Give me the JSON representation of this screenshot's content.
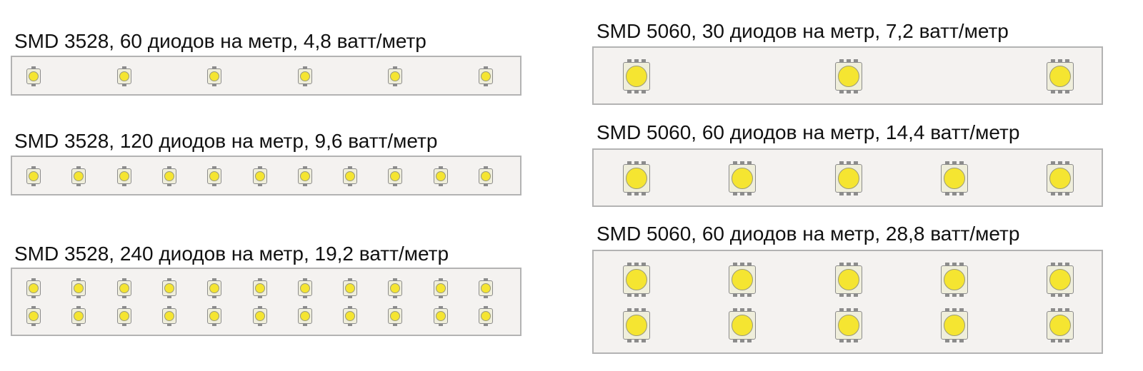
{
  "colors": {
    "strip_fill": "#f4f2f0",
    "strip_border": "#b3b3b3",
    "led_chip": "#f5e531",
    "led_body": "#efeedb"
  },
  "strips": [
    {
      "label": "SMD 3528, 60 диодов на метр, 4,8 ватт/метр",
      "led_type": "3528",
      "columns": 6,
      "rows": 1
    },
    {
      "label": "SMD 3528, 120 диодов на метр, 9,6 ватт/метр",
      "led_type": "3528",
      "columns": 11,
      "rows": 1
    },
    {
      "label": "SMD 3528, 240 диодов на метр, 19,2 ватт/метр",
      "led_type": "3528",
      "columns": 11,
      "rows": 2
    },
    {
      "label": "SMD 5060, 30 диодов на метр, 7,2 ватт/метр",
      "led_type": "5060",
      "columns": 3,
      "rows": 1
    },
    {
      "label": "SMD 5060, 60 диодов на метр, 14,4 ватт/метр",
      "led_type": "5060",
      "columns": 5,
      "rows": 1
    },
    {
      "label": "SMD 5060, 60 диодов на метр, 28,8 ватт/метр",
      "led_type": "5060",
      "columns": 5,
      "rows": 2
    }
  ]
}
